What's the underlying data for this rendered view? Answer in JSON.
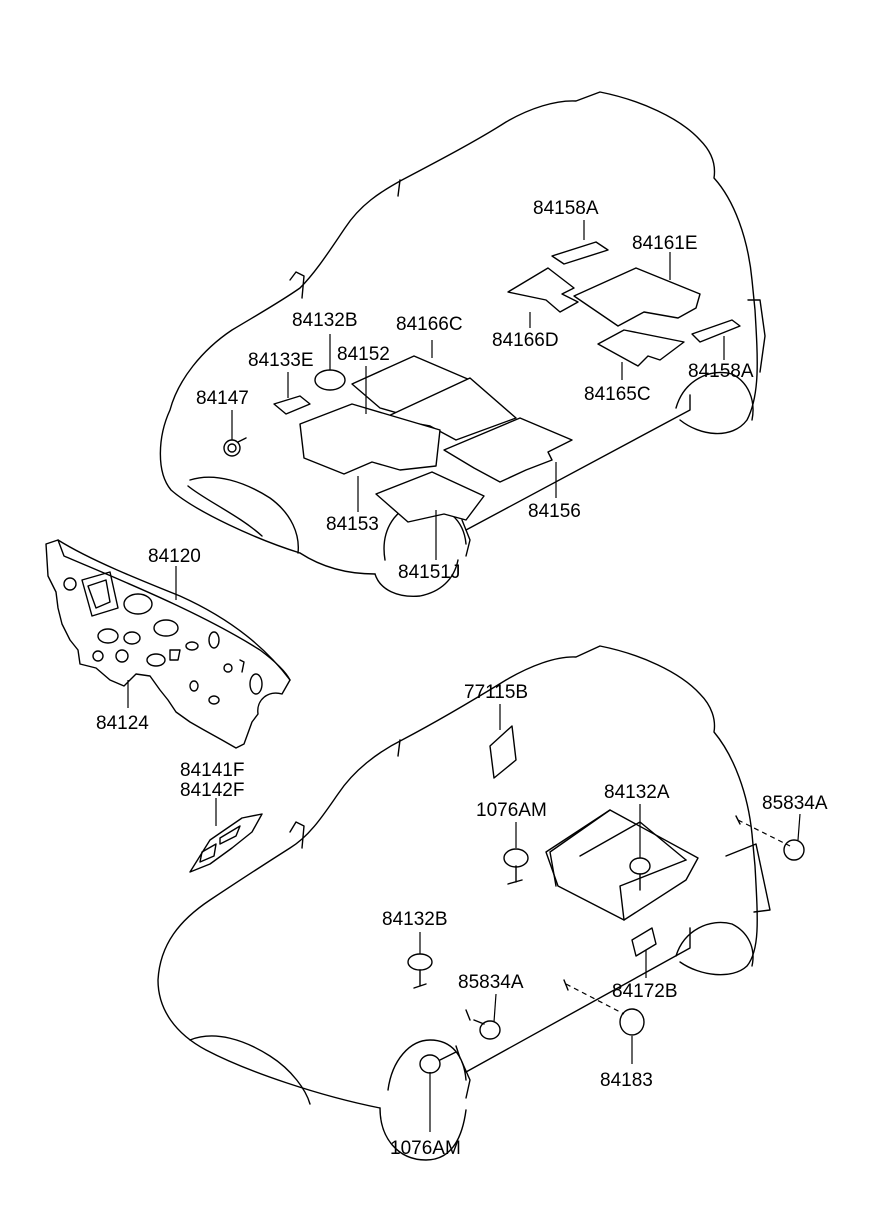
{
  "labels": {
    "p84158A_top": "84158A",
    "p84161E": "84161E",
    "p84132B_top": "84132B",
    "p84166C": "84166C",
    "p84166D": "84166D",
    "p84133E": "84133E",
    "p84152": "84152",
    "p84147": "84147",
    "p84165C": "84165C",
    "p84158A_right": "84158A",
    "p84153": "84153",
    "p84156": "84156",
    "p84151J": "84151J",
    "p84120": "84120",
    "p84124": "84124",
    "p84141F": "84141F",
    "p84142F": "84142F",
    "p77115B": "77115B",
    "p1076AM_top": "1076AM",
    "p84132A": "84132A",
    "p85834A_right": "85834A",
    "p84132B_bottom": "84132B",
    "p85834A_center": "85834A",
    "p84172B": "84172B",
    "p84183": "84183",
    "p1076AM_bottom": "1076AM"
  }
}
